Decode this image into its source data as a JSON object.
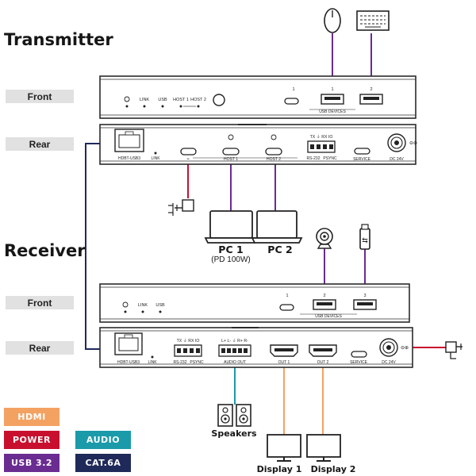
{
  "sections": {
    "transmitter": "Transmitter",
    "receiver": "Receiver"
  },
  "row_labels": {
    "tx_front": "Front",
    "tx_rear": "Rear",
    "rx_front": "Front",
    "rx_rear": "Rear"
  },
  "transmitter": {
    "front": {
      "ports": [
        "LINK",
        "USB",
        "HOST 1",
        "HOST 2"
      ],
      "usb_numbers": [
        "1",
        "1",
        "2"
      ],
      "usb_devices": "USB DEVICES"
    },
    "rear": {
      "hdbt": "HDBT-USB3",
      "link": "LINK",
      "host1": "HOST 1",
      "host2": "HOST 2",
      "rs232": "RS-232",
      "psync": "PSYNC",
      "rs_pins": "TX ⏚ RX IO",
      "service": "SERVICE",
      "dc": "DC 24V"
    }
  },
  "receiver": {
    "front": {
      "ports": [
        "LINK",
        "USB"
      ],
      "usb_numbers": [
        "1",
        "2",
        "3"
      ],
      "usb_devices": "USB DEVICES"
    },
    "rear": {
      "hdbt": "HDBT-USB3",
      "link": "LINK",
      "rs_pins": "TX ⏚ RX IO",
      "rs232": "RS-232",
      "psync": "PSYNC",
      "audio_pins": "L+ L- ⏚ R+ R-",
      "audio_out": "AUDIO OUT",
      "out1": "OUT 1",
      "out2": "OUT 2",
      "service": "SERVICE",
      "dc": "DC 24V"
    }
  },
  "devices": {
    "pc1": "PC 1",
    "pc1_note": "(PD 100W)",
    "pc2": "PC 2",
    "speakers": "Speakers",
    "display1": "Display 1",
    "display2": "Display 2"
  },
  "legend": {
    "hdmi": "HDMI",
    "power": "POWER",
    "audio": "AUDIO",
    "usb": "USB 3.2",
    "cat": "CAT.6A"
  },
  "colors": {
    "hdmi": "#f4a261",
    "power": "#c8102e",
    "audio": "#1b9aaa",
    "usb": "#6a2c91",
    "cat": "#1f2a5a",
    "label_bg": "#e1e1e1",
    "panel_stroke": "#2b2b2b"
  }
}
